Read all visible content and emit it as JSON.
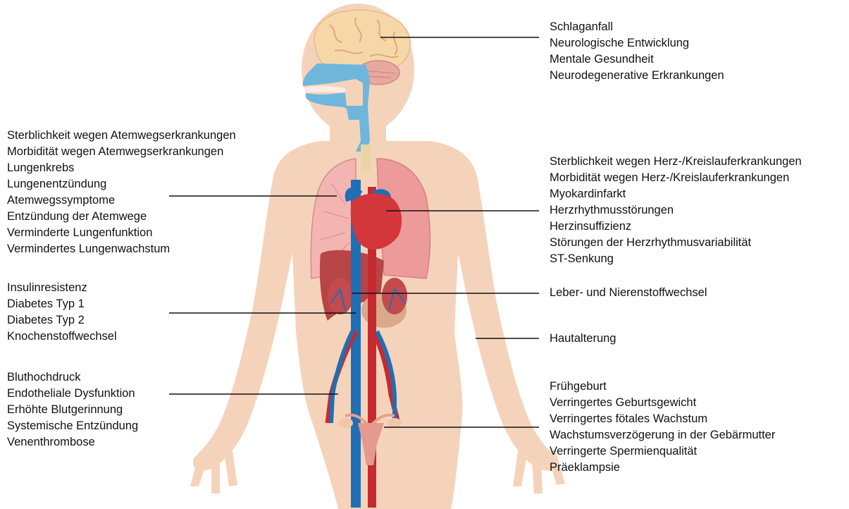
{
  "groups": {
    "brain": [
      "Schlaganfall",
      "Neurologische Entwicklung",
      "Mentale Gesundheit",
      "Neurodegenerative Erkrankungen"
    ],
    "respiratory": [
      "Sterblichkeit wegen Atemwegserkrankungen",
      "Morbidität wegen Atemwegserkrankungen",
      "Lungenkrebs",
      "Lungenentzündung",
      "Atemwegssymptome",
      "Entzündung der Atemwege",
      "Verminderte Lungenfunktion",
      "Vermindertes Lungenwachstum"
    ],
    "heart": [
      "Sterblichkeit wegen Herz-/Kreislauferkrankungen",
      "Morbidität wegen Herz-/Kreislauferkrankungen",
      "Myokardinfarkt",
      "Herzrhythmusstörungen",
      "Herzinsuffizienz",
      "Störungen der Herzrhythmusvariabilität",
      "ST-Senkung"
    ],
    "liver_kidney": [
      "Leber- und Nierenstoffwechsel"
    ],
    "metabolism": [
      "Insulinresistenz",
      "Diabetes Typ 1",
      "Diabetes Typ 2",
      "Knochenstoffwechsel"
    ],
    "skin": [
      "Hautalterung"
    ],
    "vessels": [
      "Bluthochdruck",
      "Endotheliale Dysfunktion",
      "Erhöhte Blutgerinnung",
      "Systemische Entzündung",
      "Venenthrombose"
    ],
    "reproduction": [
      "Frühgeburt",
      "Verringertes Geburtsgewicht",
      "Verringertes fötales Wachstum",
      "Wachstumsverzögerung in der Gebärmutter",
      "Verringerte Spermienqualität",
      "Präeklampsie"
    ]
  },
  "colors": {
    "skin": "#f5d3bb",
    "brain": "#f6d7a8",
    "airway": "#6fb6dc",
    "lung": "#ee9a9a",
    "heart": "#d3373c",
    "vein": "#1f6fb5",
    "artery": "#c62a30",
    "liver": "#b74545",
    "leader_line": "#111111"
  }
}
